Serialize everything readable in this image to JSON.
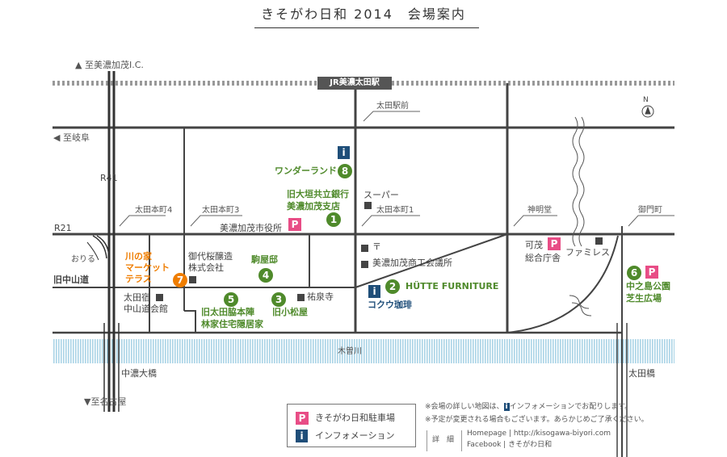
{
  "title": "きそがわ日和 2014　会場案内",
  "station": "JR美濃太田駅",
  "directions": {
    "ic": "▲ 至美濃加茂I.C.",
    "gifu": "◀ 至岐阜",
    "nagoya": "▼至名古屋"
  },
  "roads": {
    "r41": "R41",
    "r21": "R21",
    "nakasendo": "旧中山道",
    "exit": "おりる",
    "river": "木曽川"
  },
  "intersections": {
    "ekimae": "太田駅前",
    "honmachi4": "太田本町4",
    "honmachi3": "太田本町3",
    "honmachi1": "太田本町1",
    "shinmeido": "神明堂",
    "gomoncho": "御門町"
  },
  "bridges": {
    "chuno": "中濃大橋",
    "ota": "太田橋"
  },
  "compass": "N",
  "landmarks": {
    "cityhall": "美濃加茂市役所",
    "sake1": "御代桜醸造",
    "sake2": "株式会社",
    "hall1": "太田宿",
    "hall2": "中山道会館",
    "temple": "祐泉寺",
    "super": "スーパー",
    "post": "〒",
    "chamber": "美濃加茂商工会議所",
    "gov1": "可茂",
    "gov2": "総合庁舎",
    "famires": "ファミレス"
  },
  "venues": [
    {
      "num": "1",
      "l1": "旧大垣共立銀行",
      "l2": "美濃加茂支店"
    },
    {
      "num": "2",
      "l1": "HÜTTE FURNITURE",
      "l2": "コクウ珈琲"
    },
    {
      "num": "3",
      "l1": "旧小松屋"
    },
    {
      "num": "4",
      "l1": "駒屋邸"
    },
    {
      "num": "5",
      "l1": "旧太田脇本陣",
      "l2": "林家住宅隠居家"
    },
    {
      "num": "6",
      "l1": "中之島公園",
      "l2": "芝生広場"
    },
    {
      "num": "7",
      "l1": "川の家",
      "l2": "マーケット",
      "l3": "テラス"
    },
    {
      "num": "8",
      "l1": "ワンダーランド"
    }
  ],
  "icons": {
    "parking": "P",
    "info": "i"
  },
  "legend": {
    "parking": "きそがわ日和駐車場",
    "info": "インフォメーション"
  },
  "notes": {
    "n1a": "※会場の詳しい地図は、",
    "n1b": "インフォメーションでお配りします。",
    "n2": "※予定が変更される場合もございます。あらかじめご了承ください。",
    "detail": "詳　細",
    "hp_label": "Homepage",
    "hp": "http://kisogawa-biyori.com",
    "fb_label": "Facebook",
    "fb": "きそがわ日和"
  },
  "colors": {
    "venue": "#4f8a2b",
    "orange": "#ef7d00",
    "parking": "#e84d86",
    "info": "#1f4e79",
    "river": "#a9d3e6"
  }
}
